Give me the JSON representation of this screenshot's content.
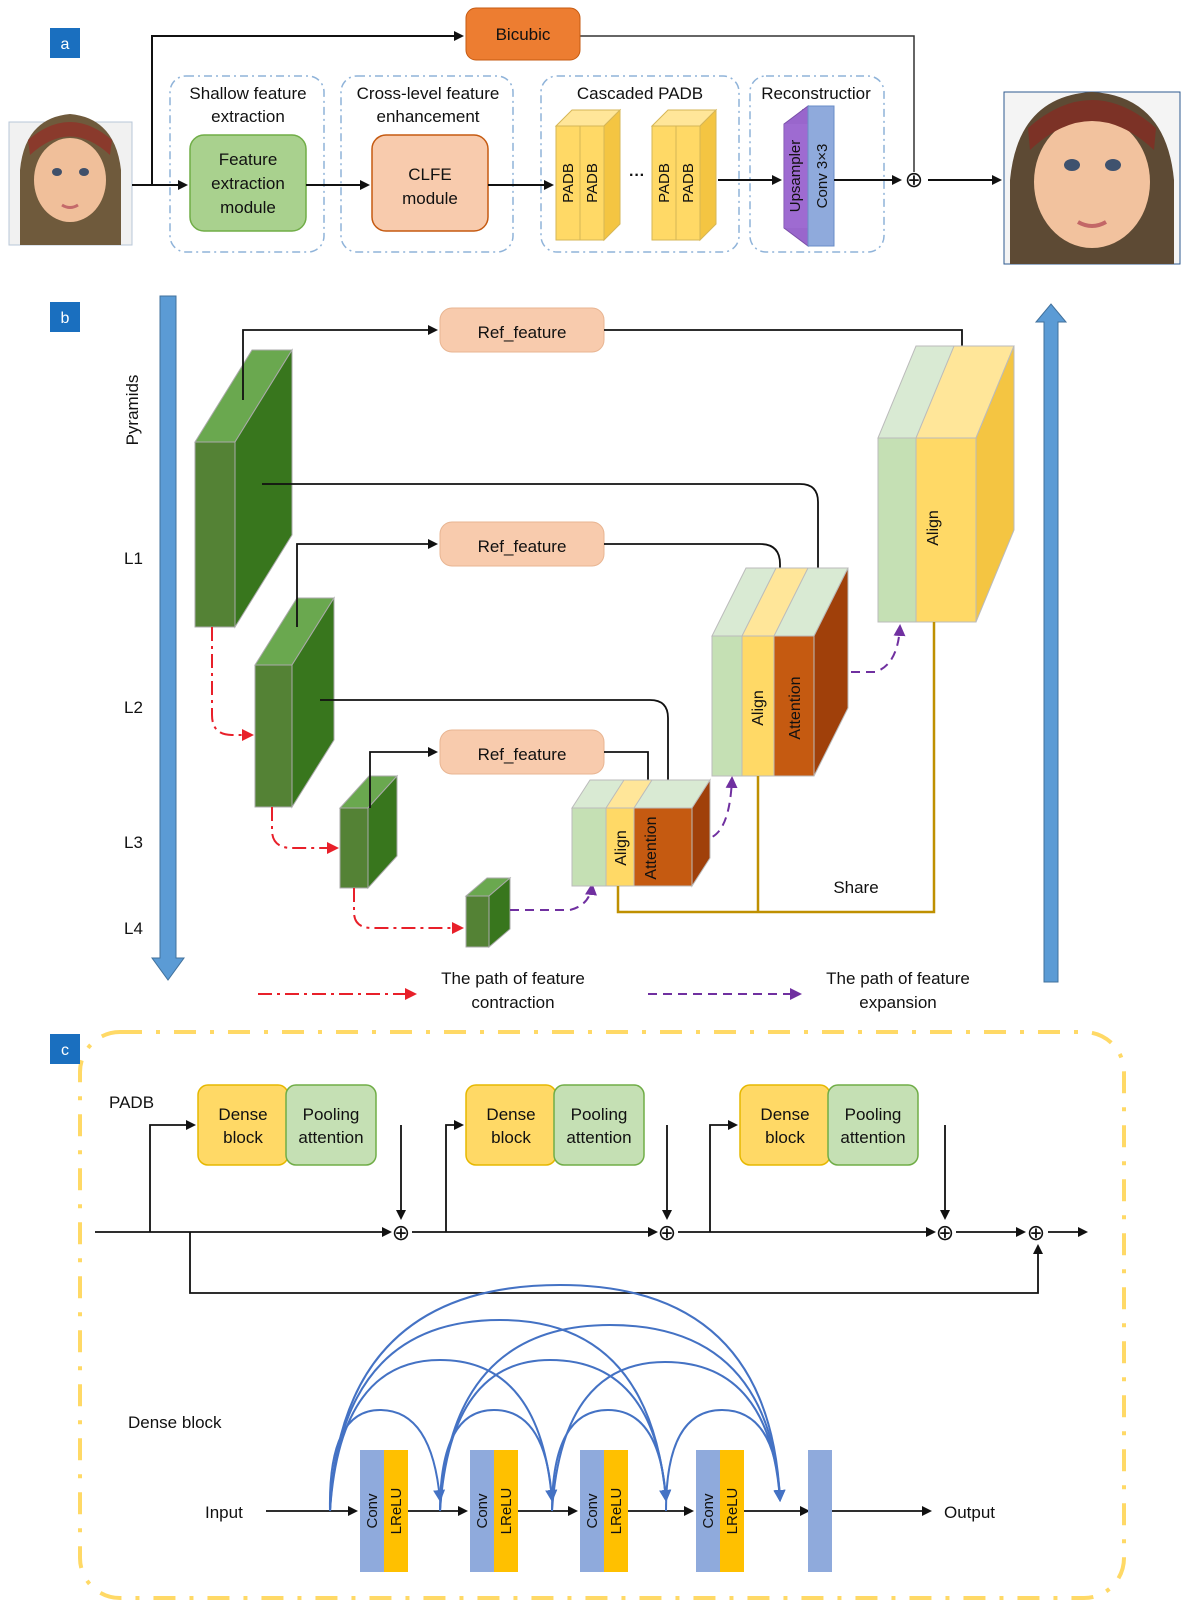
{
  "panels": {
    "a": {
      "tag": "a",
      "bicubic": "Bicubic",
      "shallow_title_1": "Shallow feature",
      "shallow_title_2": "extraction",
      "module_1": "Feature",
      "module_2": "extraction",
      "module_3": "module",
      "cross_title_1": "Cross-level feature",
      "cross_title_2": "enhancement",
      "clfe_1": "CLFE",
      "clfe_2": "module",
      "cascade_title": "Cascaded PADB",
      "padb": "PADB",
      "ellipsis": "···",
      "recon_title_1": "Reconstructior",
      "recon_title_2": "part",
      "upsampler": "Upsampler",
      "conv33": "Conv 3×3",
      "plus": "⊕"
    },
    "b": {
      "tag": "b",
      "pyramids": "Pyramids",
      "levels": [
        "L1",
        "L2",
        "L3",
        "L4"
      ],
      "ref_feature": "Ref_feature",
      "align": "Align",
      "attention": "Attention",
      "share": "Share",
      "legend_contract_1": "The path of feature",
      "legend_contract_2": "contraction",
      "legend_expand_1": "The path of feature",
      "legend_expand_2": "expansion"
    },
    "c": {
      "tag": "c",
      "padb_label": "PADB",
      "dense_1": "Dense",
      "dense_2": "block",
      "pool_1": "Pooling",
      "pool_2": "attention",
      "plus": "⊕",
      "dense_block_label": "Dense block",
      "input": "Input",
      "output": "Output",
      "conv": "Conv",
      "lrelu": "LReLU"
    }
  },
  "colors": {
    "tag_blue": "#1a6fbf",
    "bicubic": "#ed7d31",
    "green_light": "#a9d18e",
    "green_dark": "#548235",
    "salmon": "#f4b183",
    "salmon_light": "#f8cbad",
    "yellow": "#ffd966",
    "purple": "#9966cc",
    "blue_conv": "#8faadc",
    "orange_attn": "#c55a11",
    "gold_line": "#bf9000"
  }
}
